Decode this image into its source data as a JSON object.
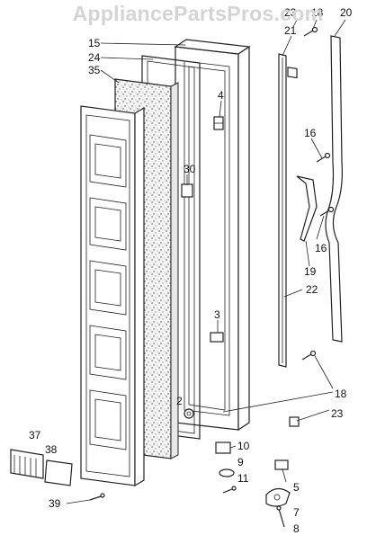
{
  "watermark": "AppliancePartsPros.com",
  "callouts": {
    "c23a": "23",
    "c18a": "18",
    "c20": "20",
    "c21": "21",
    "c15": "15",
    "c24": "24",
    "c35": "35",
    "c4": "4",
    "c30": "30",
    "c16a": "16",
    "c16b": "16",
    "c19": "19",
    "c22": "22",
    "c3": "3",
    "c18b": "18",
    "c23b": "23",
    "c37": "37",
    "c38": "38",
    "c2": "2",
    "c10": "10",
    "c9": "9",
    "c11": "11",
    "c5": "5",
    "c7": "7",
    "c8": "8",
    "c39": "39"
  }
}
